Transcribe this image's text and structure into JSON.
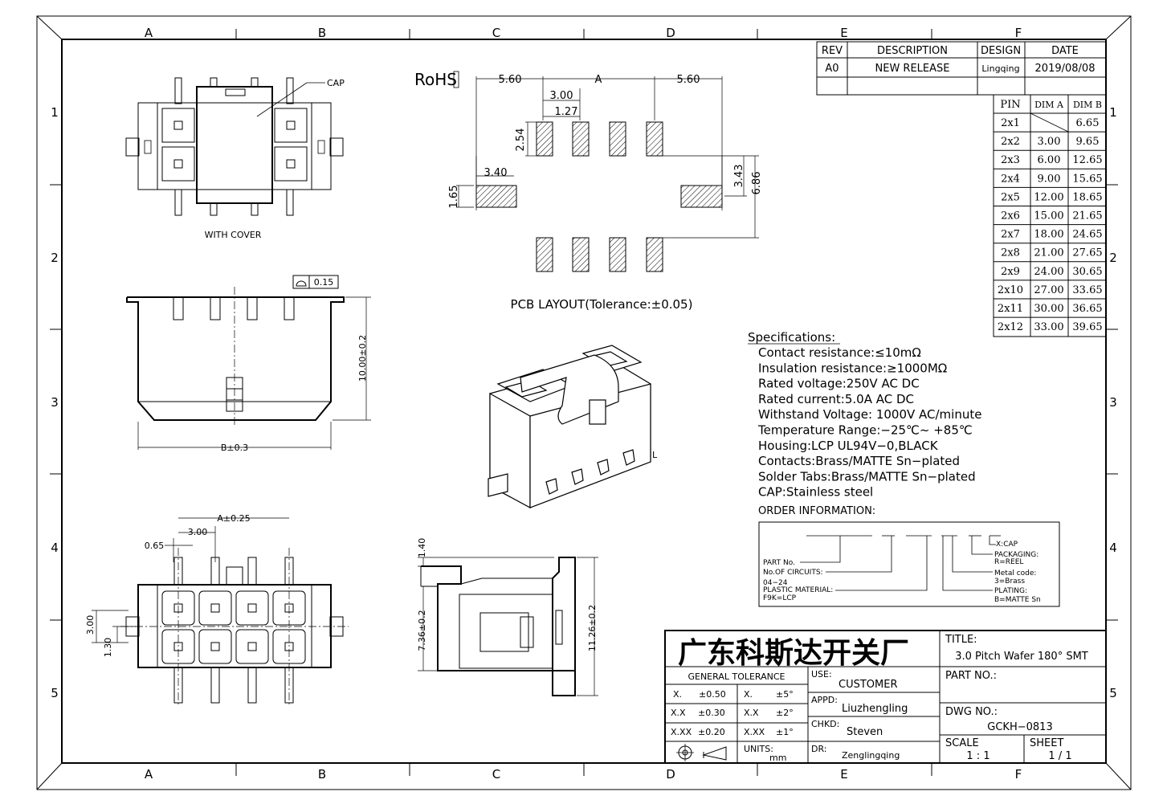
{
  "border": {
    "columns": [
      "A",
      "B",
      "C",
      "D",
      "E",
      "F"
    ],
    "rows": [
      "1",
      "2",
      "3",
      "4",
      "5"
    ]
  },
  "revision_table": {
    "headers": [
      "REV",
      "DESCRIPTION",
      "DESIGN",
      "DATE"
    ],
    "rows": [
      [
        "A0",
        "NEW RELEASE",
        "Lingqing",
        "2019/08/08"
      ]
    ]
  },
  "pin_table": {
    "headers": [
      "PIN",
      "DIM A",
      "DIM B"
    ],
    "rows": [
      [
        "2x1",
        "",
        "6.65"
      ],
      [
        "2x2",
        "3.00",
        "9.65"
      ],
      [
        "2x3",
        "6.00",
        "12.65"
      ],
      [
        "2x4",
        "9.00",
        "15.65"
      ],
      [
        "2x5",
        "12.00",
        "18.65"
      ],
      [
        "2x6",
        "15.00",
        "21.65"
      ],
      [
        "2x7",
        "18.00",
        "24.65"
      ],
      [
        "2x8",
        "21.00",
        "27.65"
      ],
      [
        "2x9",
        "24.00",
        "30.65"
      ],
      [
        "2x10",
        "27.00",
        "33.65"
      ],
      [
        "2x11",
        "30.00",
        "36.65"
      ],
      [
        "2x12",
        "33.00",
        "39.65"
      ]
    ]
  },
  "rohs": "RoHS",
  "views": {
    "top_view_caption": "WITH COVER",
    "cap_label": "CAP",
    "flatness": "0.15",
    "height_dim": "10.00±0.2",
    "width_dim": "B±0.3",
    "bottom_dims": {
      "a": "A±0.25",
      "pitch": "3.00",
      "offset": "0.65",
      "row_pitch": "3.00",
      "half_pitch": "1.30"
    },
    "side_dims": {
      "top": "1.40",
      "left": "7.36±0.2",
      "right": "11.26±0.2"
    }
  },
  "pcb_layout": {
    "caption": "PCB LAYOUT(Tolerance:±0.05)",
    "dims": {
      "left_offset": "5.60",
      "a": "A",
      "right_offset": "5.60",
      "pitch": "3.00",
      "half_pitch": "1.27",
      "pad_len": "2.54",
      "tab_offset": "3.40",
      "tab_height": "1.65",
      "tab_center": "3.43",
      "row_span": "6.86"
    }
  },
  "specifications": {
    "heading": "Specifications:",
    "lines": [
      "Contact resistance:≤10mΩ",
      "Insulation resistance:≥1000MΩ",
      "Rated voltage:250V AC DC",
      "Rated current:5.0A AC DC",
      "Withstand Voltage: 1000V AC/minute",
      "Temperature Range:−25℃~ +85℃",
      "Housing:LCP UL94V−0,BLACK",
      "Contacts:Brass/MATTE Sn−plated",
      "Solder Tabs:Brass/MATTE Sn−plated",
      "CAP:Stainless steel"
    ]
  },
  "order_info": {
    "heading": "ORDER INFORMATION:",
    "items": {
      "cap": "X:CAP",
      "packaging": "PACKAGING:",
      "reel": "R=REEL",
      "part_no": "PART No.",
      "circuits": "No.OF CIRCUITS:",
      "circuits_range": "04−24",
      "metal_code": "Metal code:",
      "brass": "3=Brass",
      "plastic": "PLASTIC MATERIAL:",
      "lcp": "F9K=LCP",
      "plating": "PLATING:",
      "matte": "B=MATTE Sn"
    },
    "iso_label": "L"
  },
  "title_block": {
    "company": "广东科斯达开关厂",
    "title_label": "TITLE:",
    "title_value": "3.0 Pitch Wafer 180° SMT",
    "general_tolerance": "GENERAL   TOLERANCE",
    "tol_left": [
      [
        "X.",
        "±0.50"
      ],
      [
        "X.X",
        "±0.30"
      ],
      [
        "X.XX",
        "±0.20"
      ]
    ],
    "tol_right": [
      [
        "X.",
        "±5°"
      ],
      [
        "X.X",
        "±2°"
      ],
      [
        "X.XX",
        "±1°"
      ]
    ],
    "use_label": "USE:",
    "use_value": "CUSTOMER",
    "appd_label": "APPD:",
    "appd_value": "Liuzhengling",
    "chkd_label": "CHKD:",
    "chkd_value": "Steven",
    "dr_label": "DR:",
    "dr_value": "Zenglingqing",
    "units_label": "UNITS:",
    "units_value": "mm",
    "part_no_label": "PART NO.:",
    "dwg_no_label": "DWG NO.:",
    "dwg_no_value": "GCKH−0813",
    "scale_label": "SCALE",
    "scale_value": "1 : 1",
    "sheet_label": "SHEET",
    "sheet_value": "1 / 1"
  }
}
